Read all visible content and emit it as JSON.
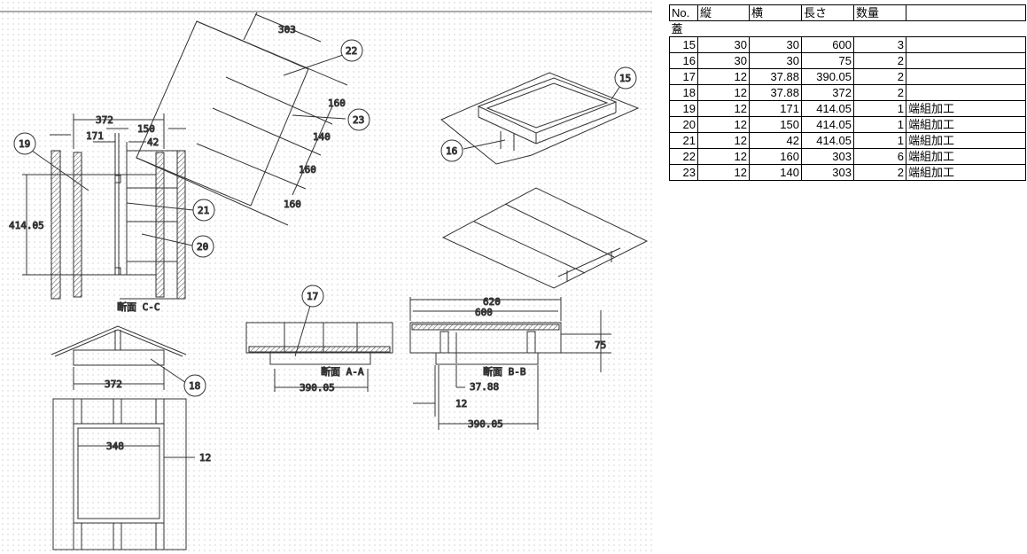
{
  "table": {
    "headers": [
      "No.",
      "縦",
      "横",
      "長さ",
      "数量",
      ""
    ],
    "group": "蓋",
    "rows": [
      [
        "15",
        "30",
        "30",
        "600",
        "3",
        ""
      ],
      [
        "16",
        "30",
        "30",
        "75",
        "2",
        ""
      ],
      [
        "17",
        "12",
        "37.88",
        "390.05",
        "2",
        ""
      ],
      [
        "18",
        "12",
        "37.88",
        "372",
        "2",
        ""
      ],
      [
        "19",
        "12",
        "171",
        "414.05",
        "1",
        "端組加工"
      ],
      [
        "20",
        "12",
        "150",
        "414.05",
        "1",
        "端組加工"
      ],
      [
        "21",
        "12",
        "42",
        "414.05",
        "1",
        "端組加工"
      ],
      [
        "22",
        "12",
        "160",
        "303",
        "6",
        "端組加工"
      ],
      [
        "23",
        "12",
        "140",
        "303",
        "2",
        "端組加工"
      ]
    ]
  },
  "drawing": {
    "balloons": {
      "b15": "15",
      "b16": "16",
      "b17": "17",
      "b18": "18",
      "b19": "19",
      "b20": "20",
      "b21": "21",
      "b22": "22",
      "b23": "23"
    },
    "dims": {
      "d303": "303",
      "d160a": "160",
      "d140": "140",
      "d160b": "160",
      "d160c": "160",
      "d372a": "372",
      "d171": "171",
      "d150": "150",
      "d42": "42",
      "d414": "414.05",
      "d372b": "372",
      "d348": "348",
      "d12a": "12",
      "d390a": "390.05",
      "d620": "620",
      "d600": "600",
      "d75": "75",
      "d3788": "37.88",
      "d12b": "12",
      "d390b": "390.05"
    },
    "sections": {
      "cc": "断面  C-C",
      "aa": "断面  A-A",
      "bb": "断面  B-B"
    }
  }
}
